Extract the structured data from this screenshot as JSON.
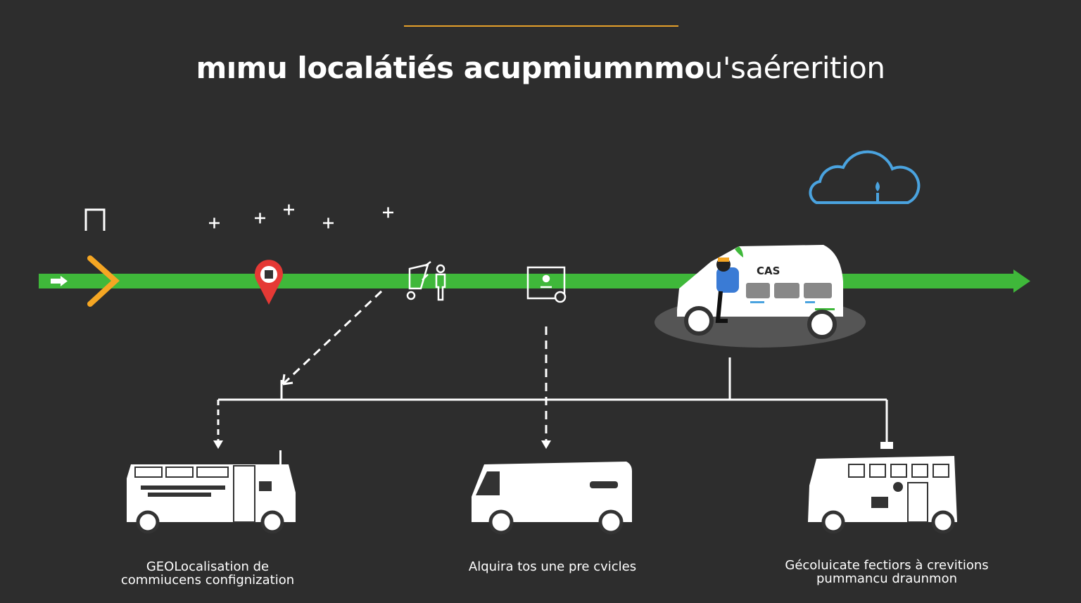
{
  "title": {
    "bold": "mımu localátiés acupmiumnmo",
    "light": "u'saérerition"
  },
  "colors": {
    "background": "#2d2d2d",
    "timeline": "#3fb83a",
    "accent": "#f5a623",
    "pin": "#e53935",
    "cloud": "#4aa3df"
  },
  "timeline": {
    "icons": [
      "arrow-right-icon",
      "chevron-right-icon",
      "map-pin-icon",
      "trolley-person-icon",
      "screen-touch-icon",
      "van-driver-icon"
    ],
    "van_label": "CAS"
  },
  "vehicles": [
    {
      "label_line1": "GEOLocalisation de",
      "label_line2": "commiucens confignization"
    },
    {
      "label_line1": "Alquira tos une pre cvicles",
      "label_line2": ""
    },
    {
      "label_line1": "Gécoluicate fectiors à crevitions",
      "label_line2": "pummancu draunmon"
    }
  ]
}
